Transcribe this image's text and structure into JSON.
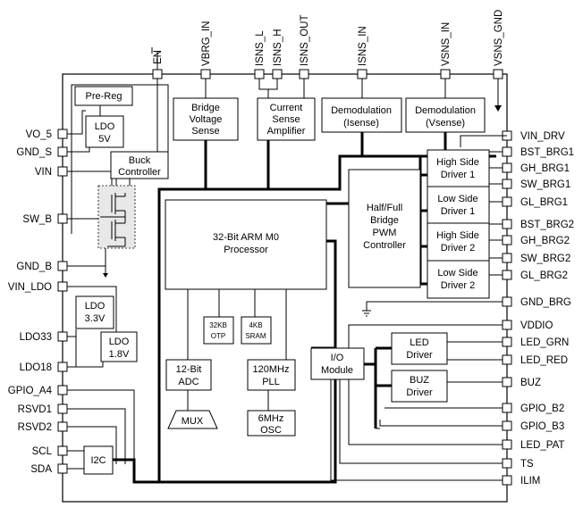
{
  "top_pins": [
    "EN",
    "VBRG_IN",
    "ISNS_L",
    "ISNS_H",
    "ISNS_OUT",
    "ISNS_IN",
    "VSNS_IN",
    "VSNS_GND"
  ],
  "left_pins": [
    "VO_5",
    "GND_S",
    "VIN",
    "SW_B",
    "GND_B",
    "VIN_LDO",
    "LDO33",
    "LDO18",
    "GPIO_A4",
    "RSVD1",
    "RSVD2",
    "SCL",
    "SDA"
  ],
  "right_pins": [
    "VIN_DRV",
    "BST_BRG1",
    "GH_BRG1",
    "SW_BRG1",
    "GL_BRG1",
    "BST_BRG2",
    "GH_BRG2",
    "SW_BRG2",
    "GL_BRG2",
    "GND_BRG",
    "VDDIO",
    "LED_GRN",
    "LED_RED",
    "BUZ",
    "GPIO_B2",
    "GPIO_B3",
    "LED_PAT",
    "TS",
    "ILIM"
  ],
  "blocks": {
    "prereg": [
      "Pre-Reg"
    ],
    "ldo5": [
      "LDO",
      "5V"
    ],
    "buck": [
      "Buck",
      "Controller"
    ],
    "bridge_sense": [
      "Bridge",
      "Voltage",
      "Sense"
    ],
    "current_amp": [
      "Current",
      "Sense",
      "Amplifier"
    ],
    "demod_i": [
      "Demodulation",
      "(Isense)"
    ],
    "demod_v": [
      "Demodulation",
      "(Vsense)"
    ],
    "cpu": [
      "32-Bit ARM M0",
      "Processor"
    ],
    "otp": [
      "32KB",
      "OTP"
    ],
    "sram": [
      "4KB",
      "SRAM"
    ],
    "adc": [
      "12-Bit",
      "ADC"
    ],
    "pll": [
      "120MHz",
      "PLL"
    ],
    "osc": [
      "6MHz",
      "OSC"
    ],
    "mux": [
      "MUX"
    ],
    "i2c": [
      "I2C"
    ],
    "pwm": [
      "Half/Full",
      "Bridge",
      "PWM",
      "Controller"
    ],
    "hs1": [
      "High Side",
      "Driver 1"
    ],
    "ls1": [
      "Low Side",
      "Driver 1"
    ],
    "hs2": [
      "High Side",
      "Driver 2"
    ],
    "ls2": [
      "Low Side",
      "Driver 2"
    ],
    "io": [
      "I/O",
      "Module"
    ],
    "led": [
      "LED",
      "Driver"
    ],
    "buz": [
      "BUZ",
      "Driver"
    ],
    "ldo33": [
      "LDO",
      "3.3V"
    ],
    "ldo18": [
      "LDO",
      "1.8V"
    ]
  }
}
